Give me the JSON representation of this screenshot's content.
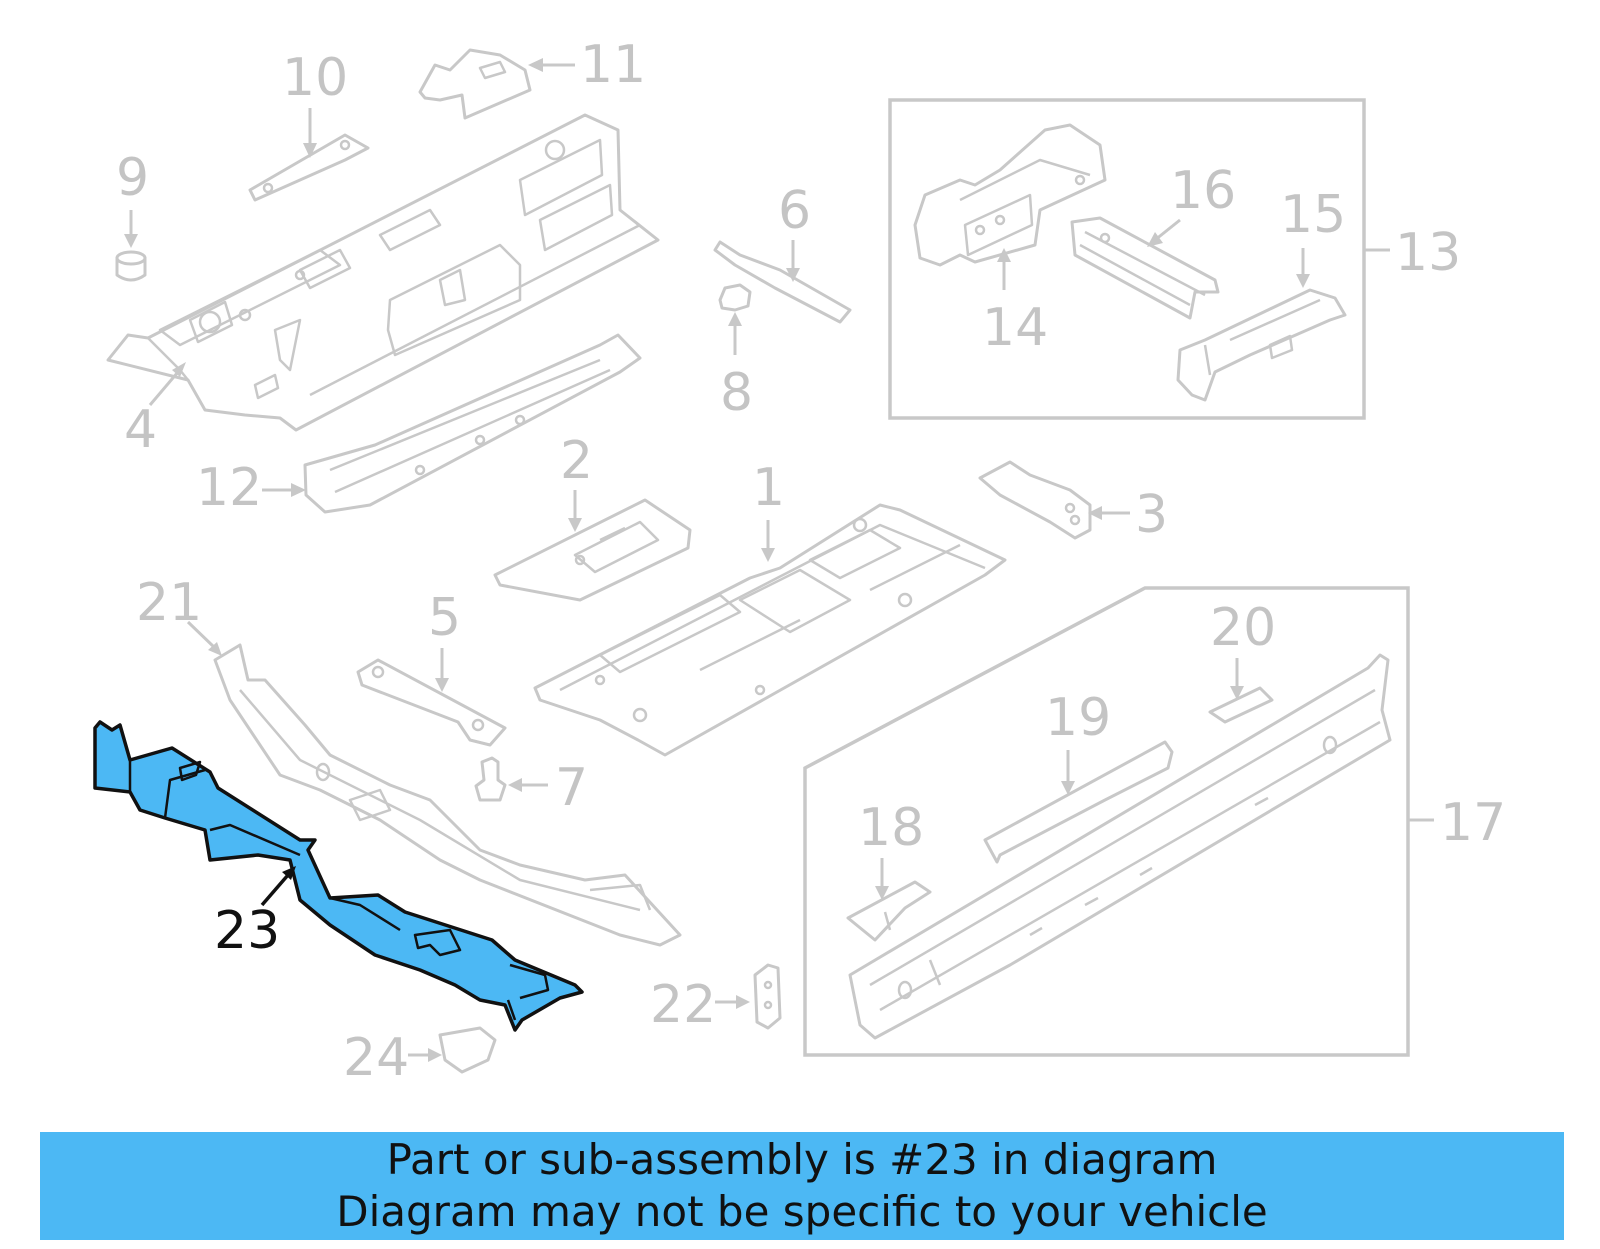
{
  "callouts": {
    "c1": "1",
    "c2": "2",
    "c3": "3",
    "c4": "4",
    "c5": "5",
    "c6": "6",
    "c7": "7",
    "c8": "8",
    "c9": "9",
    "c10": "10",
    "c11": "11",
    "c12": "12",
    "c13": "13",
    "c14": "14",
    "c15": "15",
    "c16": "16",
    "c17": "17",
    "c18": "18",
    "c19": "19",
    "c20": "20",
    "c21": "21",
    "c22": "22",
    "c23": "23",
    "c24": "24"
  },
  "highlight": {
    "part_number": "23",
    "fill_color": "#4cb8f4"
  },
  "banner": {
    "line1": "Part or sub-assembly is #23 in diagram",
    "line2": "Diagram may not be specific to your vehicle",
    "background": "#4cb8f4"
  }
}
